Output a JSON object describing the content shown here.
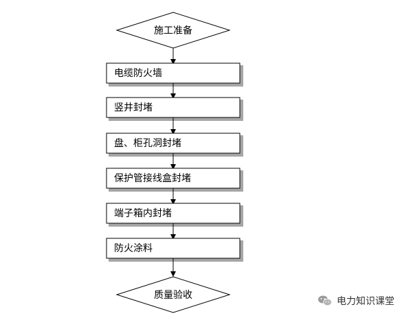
{
  "flowchart": {
    "start": "施工准备",
    "steps": [
      "电缆防火墙",
      "竖井封堵",
      "盘、柜孔洞封堵",
      "保护管接线盒封堵",
      "端子箱内封堵",
      "防火涂料"
    ],
    "end": "质量验收"
  },
  "watermark": {
    "text": "电力知识课堂",
    "icon": "wechat-icon"
  }
}
